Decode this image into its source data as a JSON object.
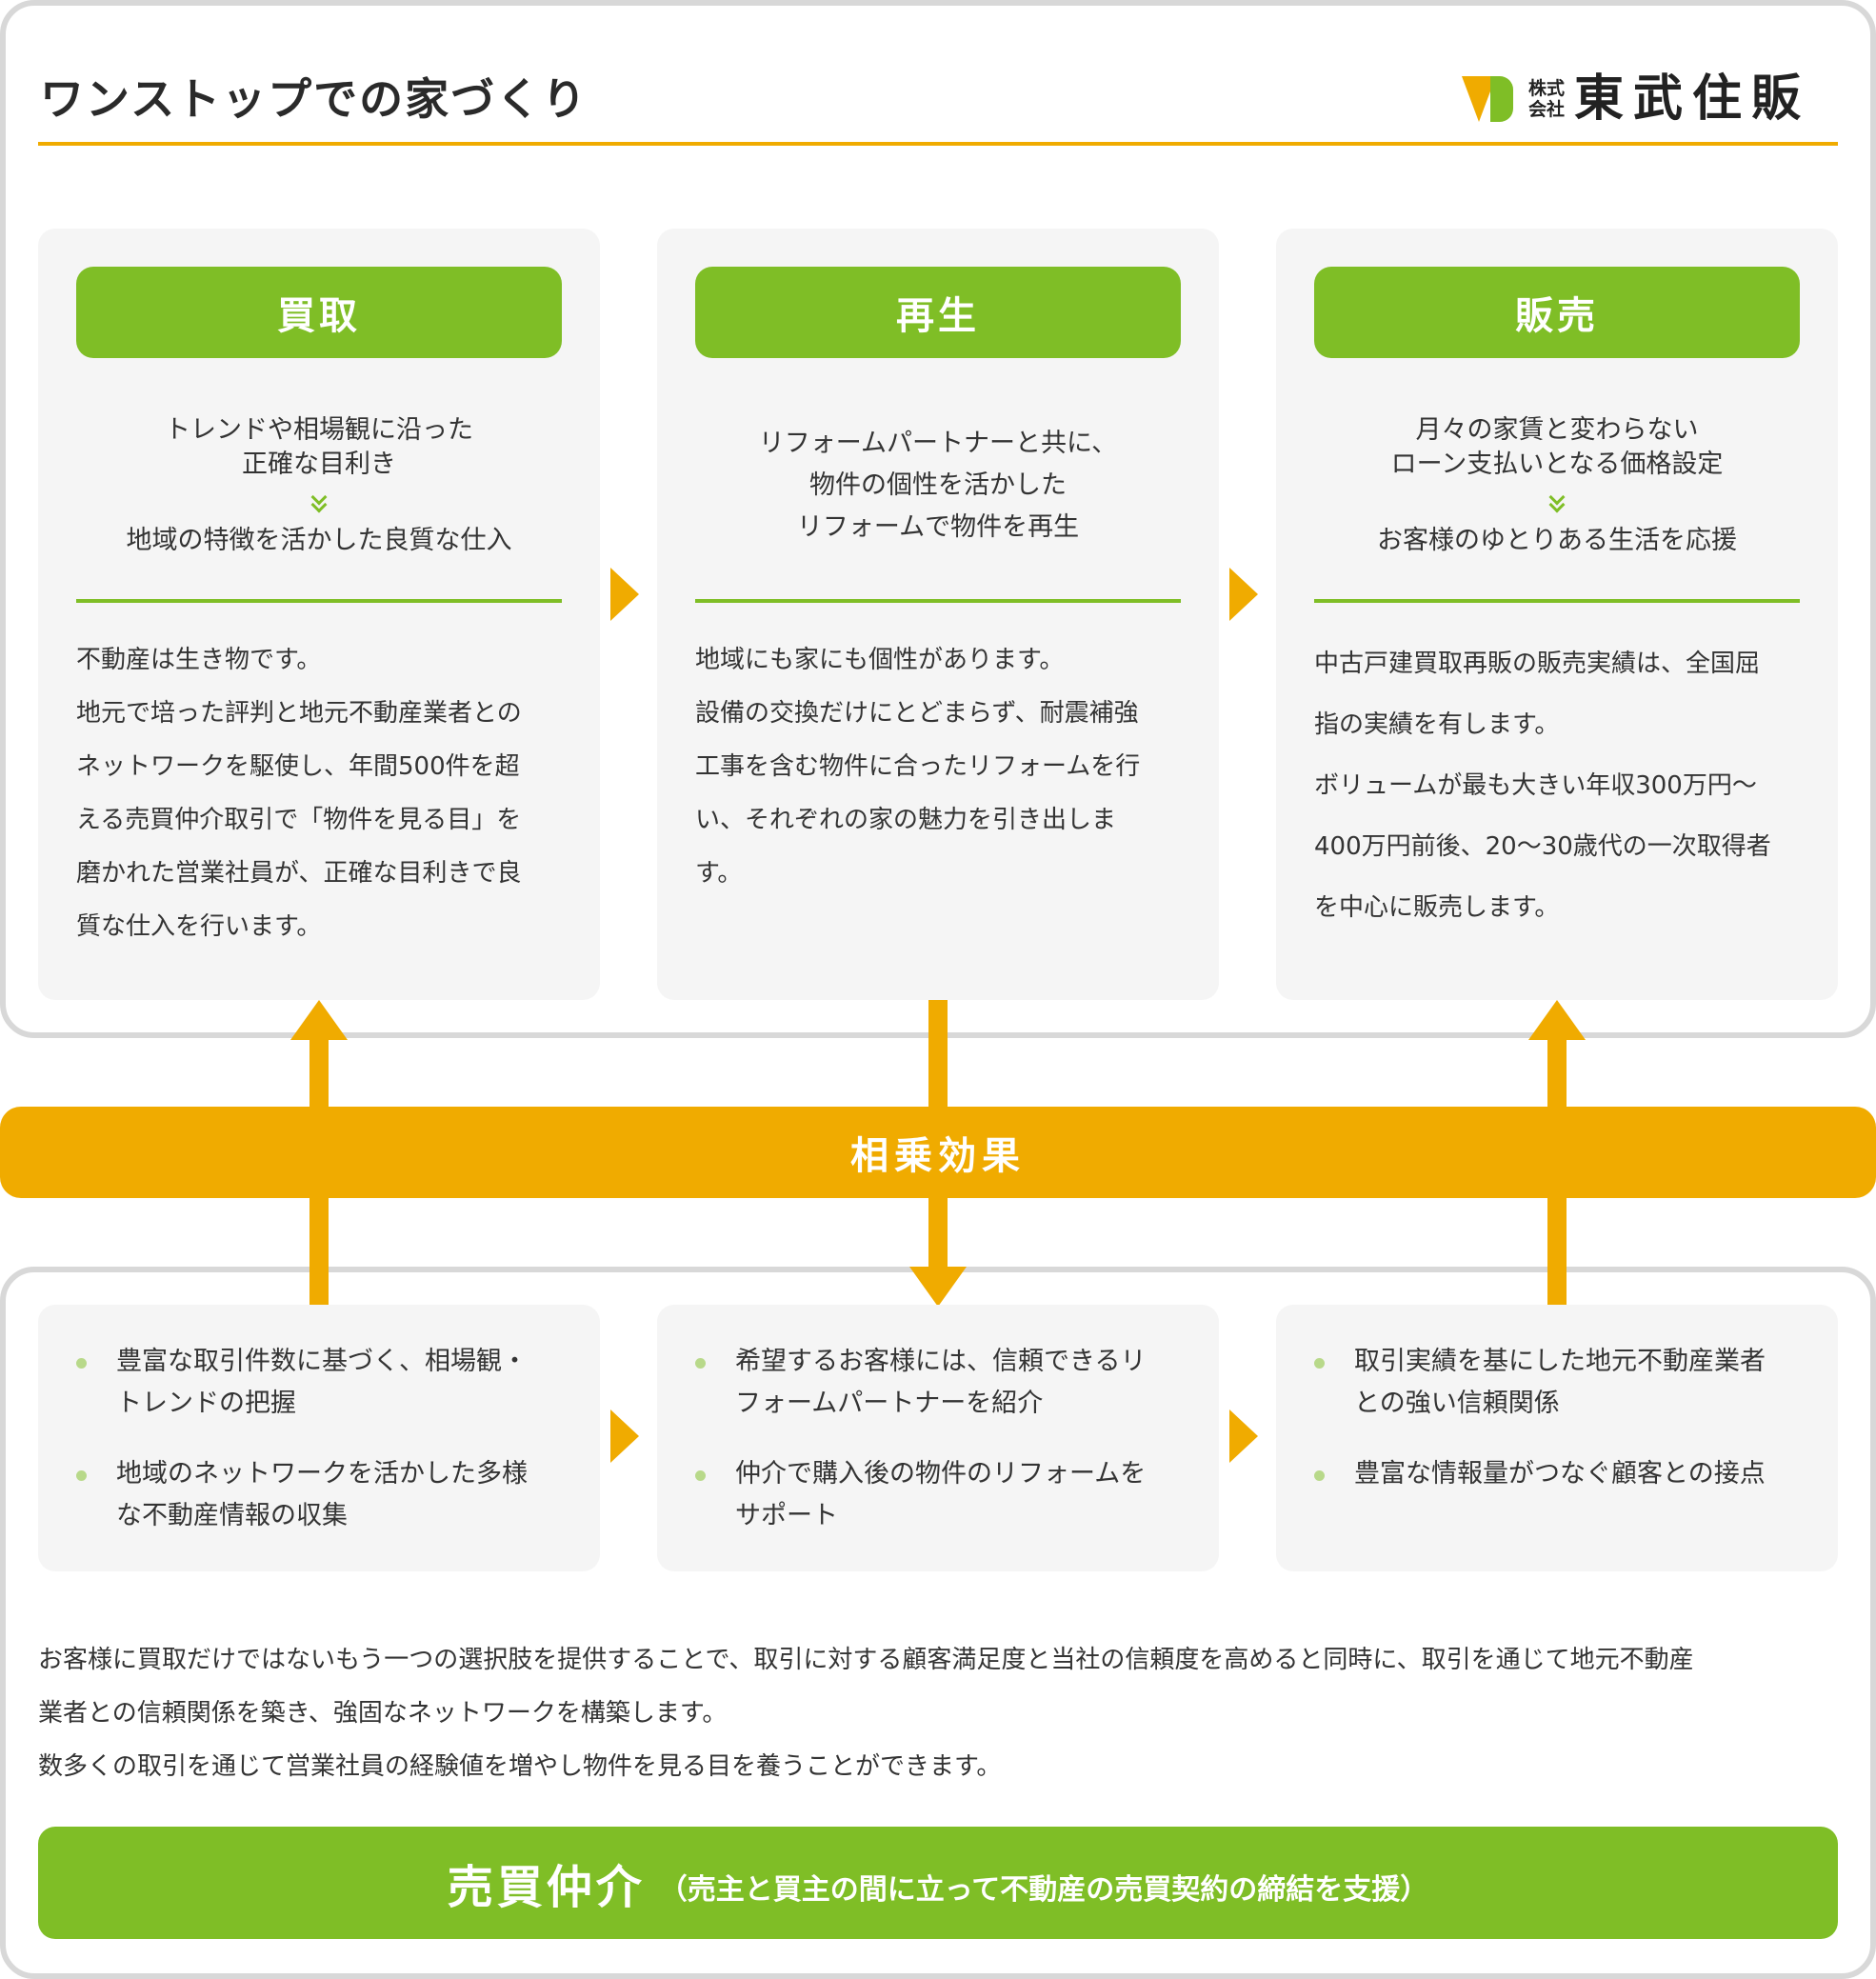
{
  "header": {
    "title": "ワンストップでの家づくり",
    "logo_kaisha_top": "株式",
    "logo_kaisha_bottom": "会社",
    "logo_name": "東武住販"
  },
  "steps": [
    {
      "title": "買取",
      "summary_lines": [
        "トレンドや相場観に沿った",
        "正確な目利き"
      ],
      "summary_result": "地域の特徴を活かした良質な仕入",
      "detail_lines": [
        "不動産は生き物です。",
        "地元で培った評判と地元不動産業者との",
        "ネットワークを駆使し、年間500件を超",
        "える売買仲介取引で「物件を見る目」を",
        "磨かれた営業社員が、正確な目利きで良",
        "質な仕入を行います。"
      ]
    },
    {
      "title": "再生",
      "summary_lines": [
        "リフォームパートナーと共に、",
        "物件の個性を活かした",
        "リフォームで物件を再生"
      ],
      "detail_lines": [
        "地域にも家にも個性があります。",
        "設備の交換だけにとどまらず、耐震補強",
        "工事を含む物件に合ったリフォームを行",
        "い、それぞれの家の魅力を引き出しま",
        "す。"
      ]
    },
    {
      "title": "販売",
      "summary_lines": [
        "月々の家賃と変わらない",
        "ローン支払いとなる価格設定"
      ],
      "summary_result": "お客様のゆとりある生活を応援",
      "detail_lines": [
        "中古戸建買取再販の販売実績は、全国屈",
        "指の実績を有します。",
        "ボリュームが最も大きい年収300万円〜",
        "400万円前後、20〜30歳代の一次取得者",
        "を中心に販売します。"
      ]
    }
  ],
  "synergy_label": "相乗効果",
  "brokerage_points": [
    [
      [
        "豊富な取引件数に基づく、相場観・",
        "トレンドの把握"
      ],
      [
        "地域のネットワークを活かした多様",
        "な不動産情報の収集"
      ]
    ],
    [
      [
        "希望するお客様には、信頼できるリ",
        "フォームパートナーを紹介"
      ],
      [
        "仲介で購入後の物件のリフォームを",
        "サポート"
      ]
    ],
    [
      [
        "取引実績を基にした地元不動産業者",
        "との強い信頼関係"
      ],
      [
        "豊富な情報量がつなぐ顧客との接点"
      ]
    ]
  ],
  "description_lines": [
    "お客様に買取だけではないもう一つの選択肢を提供することで、取引に対する顧客満足度と当社の信頼度を高めると同時に、取引を通じて地元不動産",
    "業者との信頼関係を築き、強固なネットワークを構築します。",
    "数多くの取引を通じて営業社員の経験値を増やし物件を見る目を養うことができます。"
  ],
  "footer": {
    "title": "売買仲介",
    "subtitle": "（売主と買主の間に立って不動産の売買契約の締結を支援）"
  },
  "colors": {
    "green": "#7fbe26",
    "orange": "#f0ab00",
    "card_bg": "#f5f5f5",
    "frame": "#d8d8d8"
  }
}
